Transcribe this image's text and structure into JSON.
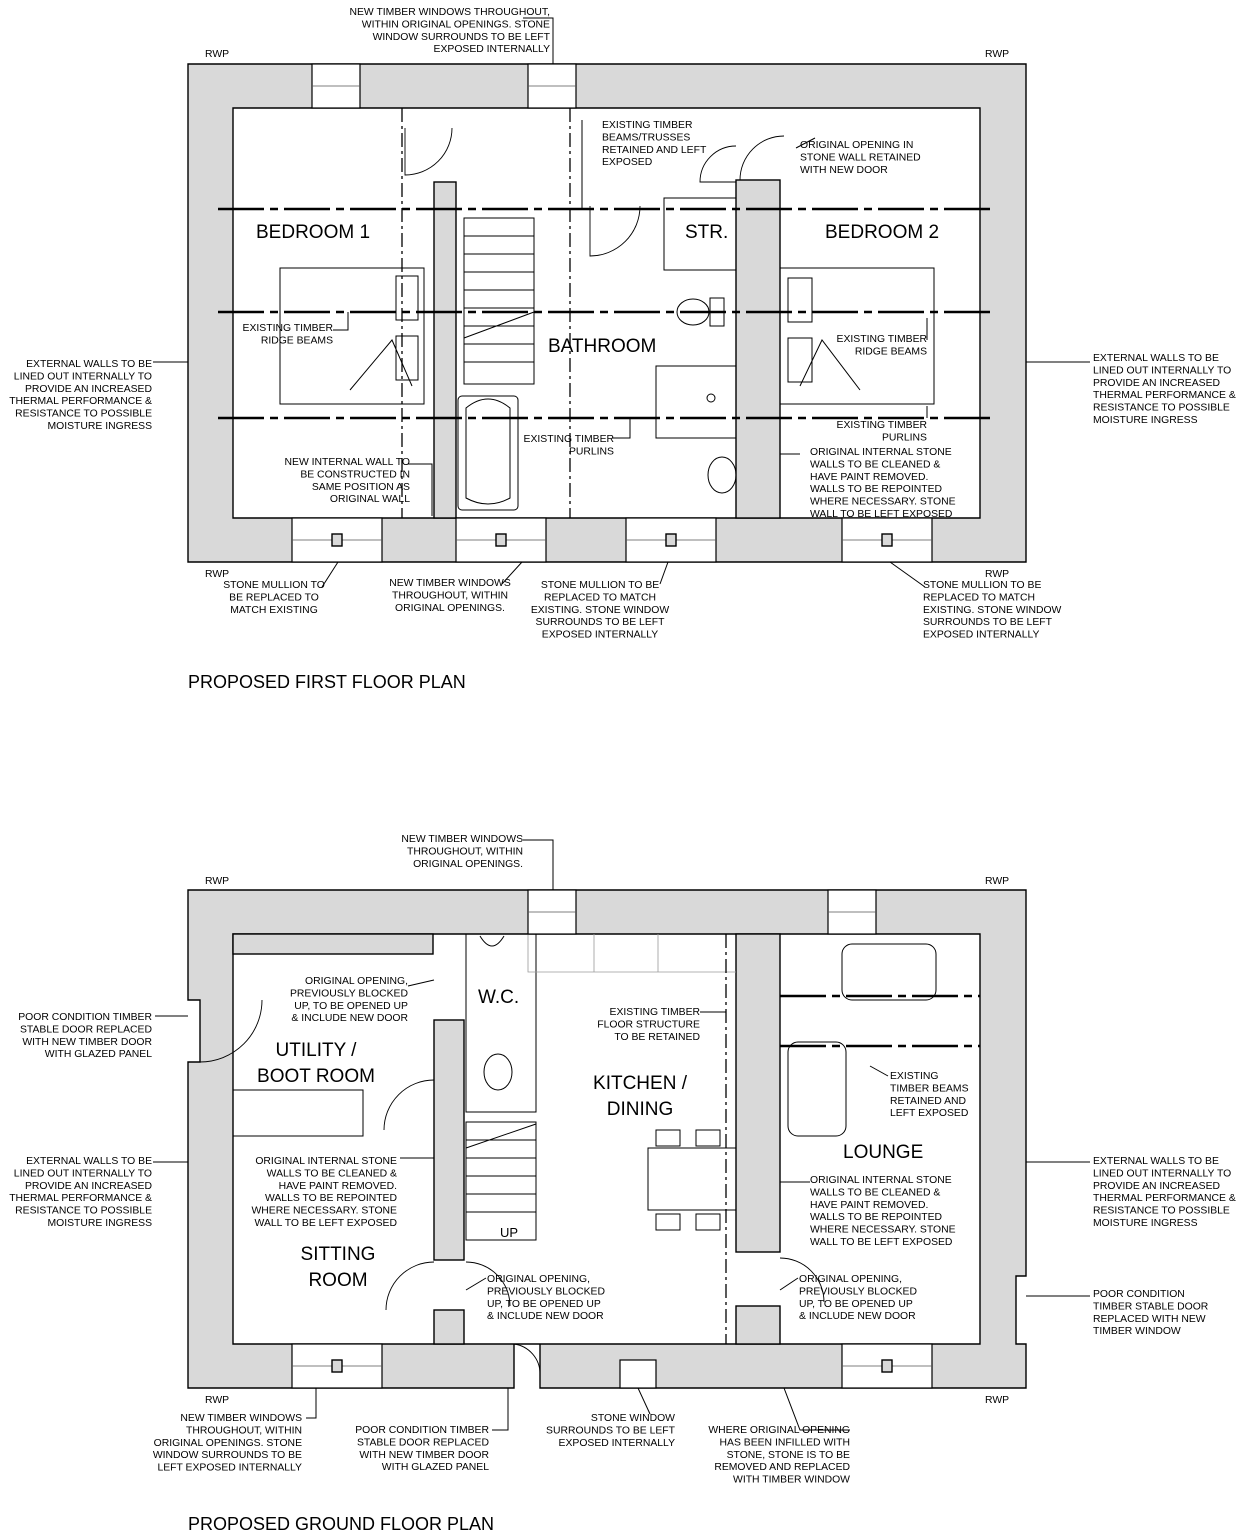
{
  "first_floor": {
    "title": "PROPOSED FIRST FLOOR PLAN",
    "rooms": {
      "bedroom1": "BEDROOM 1",
      "bedroom2": "BEDROOM 2",
      "bathroom": "BATHROOM",
      "store": "STR."
    },
    "rwp": "RWP",
    "notes": {
      "windows_top": [
        "NEW TIMBER WINDOWS THROUGHOUT,",
        "WITHIN ORIGINAL OPENINGS. STONE",
        "WINDOW SURROUNDS TO BE LEFT",
        "EXPOSED INTERNALLY"
      ],
      "beams_trusses": [
        "EXISTING TIMBER",
        "BEAMS/TRUSSES",
        "RETAINED AND LEFT",
        "EXPOSED"
      ],
      "original_opening": [
        "ORIGINAL OPENING IN",
        "STONE WALL RETAINED",
        "WITH NEW DOOR"
      ],
      "ridge_left": [
        "EXISTING TIMBER",
        "RIDGE BEAMS"
      ],
      "ridge_right": [
        "EXISTING TIMBER",
        "RIDGE BEAMS"
      ],
      "ext_left": [
        "EXTERNAL WALLS TO BE",
        "LINED OUT INTERNALLY TO",
        "PROVIDE AN INCREASED",
        "THERMAL PERFORMANCE &",
        "RESISTANCE TO POSSIBLE",
        "MOISTURE INGRESS"
      ],
      "ext_right": [
        "EXTERNAL WALLS TO BE",
        "LINED OUT INTERNALLY TO",
        "PROVIDE AN INCREASED",
        "THERMAL PERFORMANCE &",
        "RESISTANCE TO POSSIBLE",
        "MOISTURE INGRESS"
      ],
      "purlins_mid": [
        "EXISTING TIMBER",
        "PURLINS"
      ],
      "purlins_right": [
        "EXISTING TIMBER",
        "PURLINS"
      ],
      "new_wall": [
        "NEW INTERNAL WALL TO",
        "BE CONSTRUCTED IN",
        "SAME POSITION AS",
        "ORIGINAL WALL"
      ],
      "stone_walls": [
        "ORIGINAL INTERNAL STONE",
        "WALLS TO BE CLEANED &",
        "HAVE PAINT REMOVED.",
        "WALLS TO BE REPOINTED",
        "WHERE NECESSARY. STONE",
        "WALL TO BE LEFT EXPOSED"
      ],
      "mullion_left": [
        "STONE MULLION TO",
        "BE REPLACED TO",
        "MATCH EXISTING"
      ],
      "windows_bottom": [
        "NEW TIMBER WINDOWS",
        "THROUGHOUT, WITHIN",
        "ORIGINAL OPENINGS."
      ],
      "mullion_mid": [
        "STONE MULLION TO BE",
        "REPLACED TO MATCH",
        "EXISTING. STONE WINDOW",
        "SURROUNDS TO BE LEFT",
        "EXPOSED INTERNALLY"
      ],
      "mullion_right": [
        "STONE MULLION TO BE",
        "REPLACED TO MATCH",
        "EXISTING. STONE WINDOW",
        "SURROUNDS TO BE LEFT",
        "EXPOSED INTERNALLY"
      ]
    }
  },
  "ground_floor": {
    "title": "PROPOSED GROUND FLOOR PLAN",
    "rooms": {
      "utility": [
        "UTILITY /",
        "BOOT ROOM"
      ],
      "sitting": [
        "SITTING",
        "ROOM"
      ],
      "wc": "W.C.",
      "kitchen": [
        "KITCHEN /",
        "DINING"
      ],
      "lounge": "LOUNGE",
      "up": "UP"
    },
    "rwp": "RWP",
    "notes": {
      "windows_top": [
        "NEW TIMBER WINDOWS",
        "THROUGHOUT, WITHIN",
        "ORIGINAL OPENINGS."
      ],
      "door_left": [
        "POOR CONDITION TIMBER",
        "STABLE DOOR REPLACED",
        "WITH NEW TIMBER DOOR",
        "WITH GLAZED PANEL"
      ],
      "opening_utility": [
        "ORIGINAL OPENING,",
        "PREVIOUSLY BLOCKED",
        "UP, TO BE OPENED UP",
        "& INCLUDE NEW DOOR"
      ],
      "floor_structure": [
        "EXISTING TIMBER",
        "FLOOR STRUCTURE",
        "TO BE RETAINED"
      ],
      "timber_beams": [
        "EXISTING",
        "TIMBER BEAMS",
        "RETAINED AND",
        "LEFT EXPOSED"
      ],
      "ext_left": [
        "EXTERNAL WALLS TO BE",
        "LINED OUT INTERNALLY TO",
        "PROVIDE AN INCREASED",
        "THERMAL PERFORMANCE &",
        "RESISTANCE TO POSSIBLE",
        "MOISTURE INGRESS"
      ],
      "ext_right": [
        "EXTERNAL WALLS TO BE",
        "LINED OUT INTERNALLY TO",
        "PROVIDE AN INCREASED",
        "THERMAL PERFORMANCE &",
        "RESISTANCE TO POSSIBLE",
        "MOISTURE INGRESS"
      ],
      "stone_left": [
        "ORIGINAL INTERNAL STONE",
        "WALLS TO BE CLEANED &",
        "HAVE PAINT REMOVED.",
        "WALLS TO BE REPOINTED",
        "WHERE NECESSARY. STONE",
        "WALL TO BE LEFT EXPOSED"
      ],
      "stone_right": [
        "ORIGINAL INTERNAL STONE",
        "WALLS TO BE CLEANED &",
        "HAVE PAINT REMOVED.",
        "WALLS TO BE REPOINTED",
        "WHERE NECESSARY. STONE",
        "WALL TO BE LEFT EXPOSED"
      ],
      "opening_kitchen": [
        "ORIGINAL OPENING,",
        "PREVIOUSLY BLOCKED",
        "UP, TO BE OPENED UP",
        "& INCLUDE NEW DOOR"
      ],
      "opening_lounge": [
        "ORIGINAL OPENING,",
        "PREVIOUSLY BLOCKED",
        "UP, TO BE OPENED UP",
        "& INCLUDE NEW DOOR"
      ],
      "door_right": [
        "POOR CONDITION",
        "TIMBER STABLE DOOR",
        "REPLACED WITH NEW",
        "TIMBER WINDOW"
      ],
      "windows_bottom_left": [
        "NEW TIMBER WINDOWS",
        "THROUGHOUT, WITHIN",
        "ORIGINAL OPENINGS. STONE",
        "WINDOW SURROUNDS TO BE",
        "LEFT EXPOSED INTERNALLY"
      ],
      "door_bottom": [
        "POOR CONDITION TIMBER",
        "STABLE DOOR REPLACED",
        "WITH NEW TIMBER DOOR",
        "WITH GLAZED PANEL"
      ],
      "surrounds_bottom": [
        "STONE WINDOW",
        "SURROUNDS TO BE LEFT",
        "EXPOSED INTERNALLY"
      ],
      "infilled": [
        "WHERE ORIGINAL OPENING",
        "HAS BEEN INFILLED WITH",
        "STONE, STONE IS TO BE",
        "REMOVED AND REPLACED",
        "WITH TIMBER WINDOW"
      ]
    }
  }
}
